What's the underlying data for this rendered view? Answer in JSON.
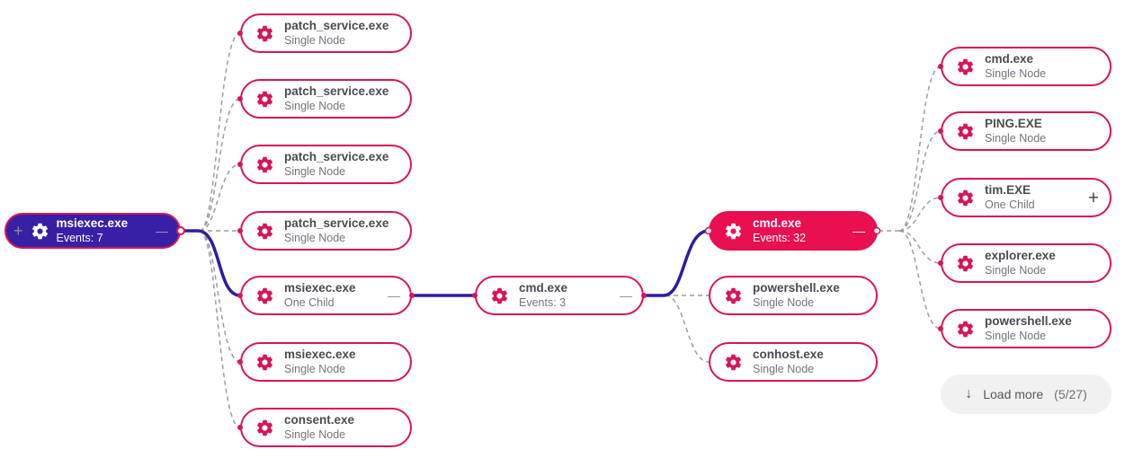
{
  "colors": {
    "accent_crimson": "#d81557",
    "pink_node_fill": "#e90f51",
    "indigo_node_fill": "#3720a6",
    "solid_link": "#2e1da0",
    "dashed_link": "#9b9ba1",
    "title_text": "#4a4a52",
    "subtitle_text": "#75737e",
    "load_more_bg": "#f1f1f2"
  },
  "glyphs": {
    "expand": "+",
    "collapse": "—",
    "arrow_down": "↓"
  },
  "icons": {
    "node_icon": "gear-icon",
    "load_more_icon": "arrow-down-icon"
  },
  "nodes": {
    "root": {
      "title": "msiexec.exe",
      "subtitle": "Events: 7"
    },
    "rootChildren": [
      {
        "title": "patch_service.exe",
        "subtitle": "Single Node"
      },
      {
        "title": "patch_service.exe",
        "subtitle": "Single Node"
      },
      {
        "title": "patch_service.exe",
        "subtitle": "Single Node"
      },
      {
        "title": "patch_service.exe",
        "subtitle": "Single Node"
      },
      {
        "title": "msiexec.exe",
        "subtitle": "One Child"
      },
      {
        "title": "msiexec.exe",
        "subtitle": "Single Node"
      },
      {
        "title": "consent.exe",
        "subtitle": "Single Node"
      }
    ],
    "cmd3": {
      "title": "cmd.exe",
      "subtitle": "Events: 3"
    },
    "cmd32": {
      "title": "cmd.exe",
      "subtitle": "Events: 32"
    },
    "cmd3Children": [
      {
        "title": "powershell.exe",
        "subtitle": "Single Node"
      },
      {
        "title": "conhost.exe",
        "subtitle": "Single Node"
      }
    ],
    "cmd32Children": [
      {
        "title": "cmd.exe",
        "subtitle": "Single Node"
      },
      {
        "title": "PING.EXE",
        "subtitle": "Single Node"
      },
      {
        "title": "tim.EXE",
        "subtitle": "One Child"
      },
      {
        "title": "explorer.exe",
        "subtitle": "Single Node"
      },
      {
        "title": "powershell.exe",
        "subtitle": "Single Node"
      }
    ]
  },
  "load_more": {
    "label": "Load more",
    "count": "(5/27)"
  }
}
